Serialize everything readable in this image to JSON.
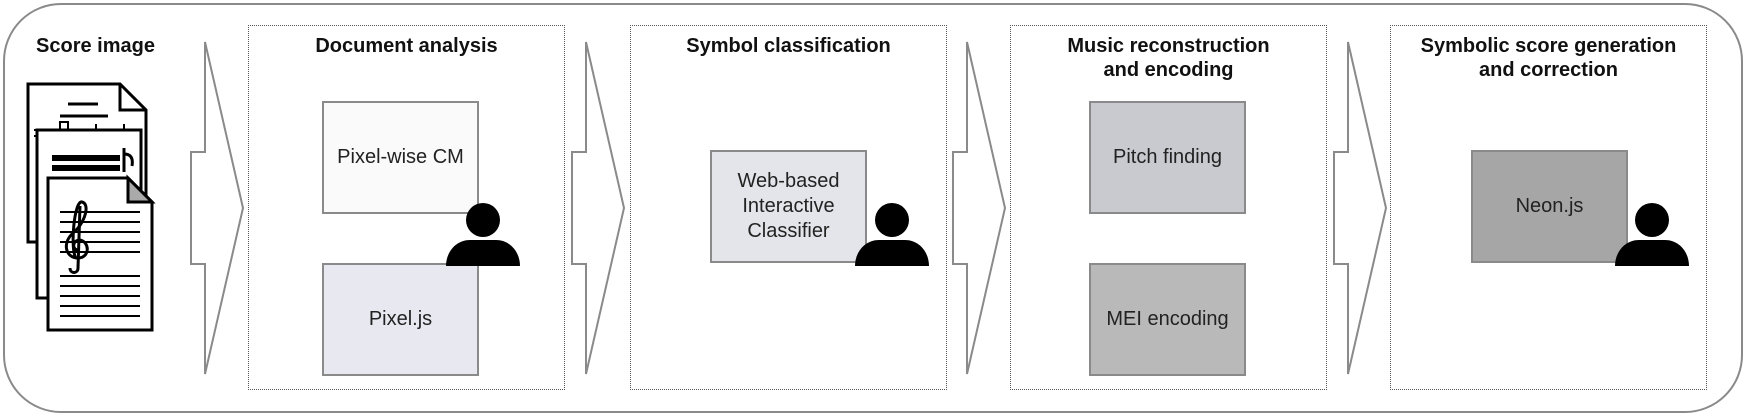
{
  "stages": {
    "score_image": {
      "title": "Score image",
      "icon": "sheet-music-stack-icon"
    },
    "document_analysis": {
      "title": "Document analysis",
      "tools": {
        "pixelwise": "Pixel-wise CM",
        "pixeljs": "Pixel.js"
      }
    },
    "symbol_classification": {
      "title": "Symbol classification",
      "tools": {
        "classifier": "Web-based\nInteractive\nClassifier"
      }
    },
    "music_reconstruction": {
      "title": "Music reconstruction\nand encoding",
      "tools": {
        "pitch": "Pitch finding",
        "mei": "MEI encoding"
      }
    },
    "symbolic_generation": {
      "title": "Symbolic score generation\nand correction",
      "tools": {
        "neon": "Neon.js"
      }
    }
  },
  "colors": {
    "pixelwise_fill": "#fafafa",
    "pixeljs_fill": "#e8e9f0",
    "classifier_fill": "#e4e5ea",
    "pitch_fill": "#c9c9d0",
    "mei_fill": "#b9b9b9",
    "neon_fill": "#a6a6a6",
    "border": "#8a8a8a",
    "person": "#000000"
  }
}
